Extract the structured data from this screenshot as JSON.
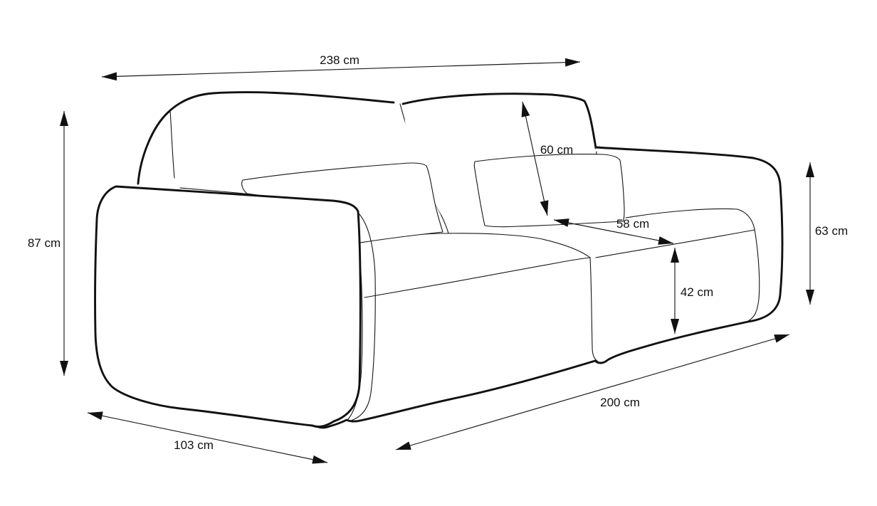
{
  "diagram": {
    "subject": "sofa-dimension-line-drawing",
    "background": "#ffffff",
    "line_color": "#111111",
    "parts": [
      "left-armrest",
      "right-armrest",
      "back-cushion-left",
      "back-cushion-right",
      "lumbar-pillow-left",
      "lumbar-pillow-right",
      "seat-cushion-left",
      "seat-cushion-right",
      "base"
    ]
  },
  "dimensions": {
    "overall_width": {
      "label": "238 cm",
      "value": 238,
      "unit": "cm"
    },
    "overall_height": {
      "label": "87 cm",
      "value": 87,
      "unit": "cm"
    },
    "backrest_height": {
      "label": "60 cm",
      "value": 60,
      "unit": "cm"
    },
    "seat_depth": {
      "label": "58 cm",
      "value": 58,
      "unit": "cm"
    },
    "armrest_height": {
      "label": "63 cm",
      "value": 63,
      "unit": "cm"
    },
    "seat_height": {
      "label": "42 cm",
      "value": 42,
      "unit": "cm"
    },
    "seat_width": {
      "label": "200 cm",
      "value": 200,
      "unit": "cm"
    },
    "side_depth": {
      "label": "103 cm",
      "value": 103,
      "unit": "cm"
    }
  }
}
